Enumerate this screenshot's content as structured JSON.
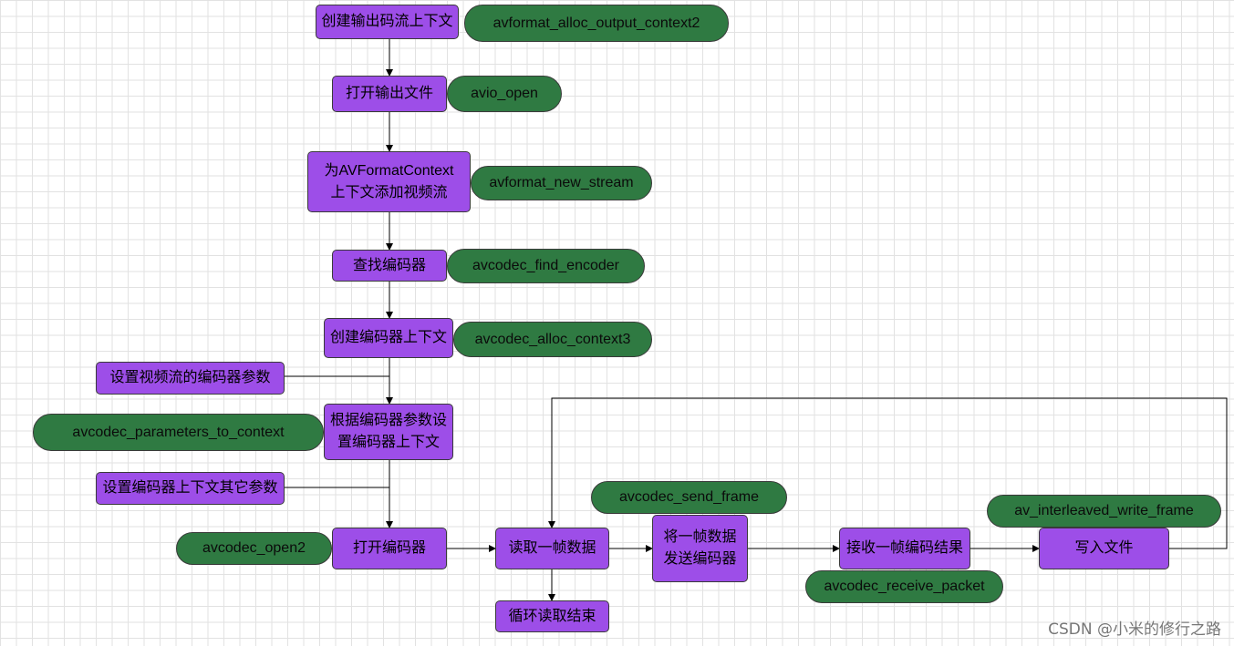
{
  "steps": {
    "create_output_ctx": "创建输出码流上下文",
    "open_output_file": "打开输出文件",
    "add_video_stream": "为AVFormatContext\n上下文添加视频流",
    "find_encoder": "查找编码器",
    "create_encoder_ctx": "创建编码器上下文",
    "set_stream_params": "设置视频流的编码器参数",
    "set_ctx_from_params": "根据编码器参数设\n置编码器上下文",
    "set_other_params": "设置编码器上下文其它参数",
    "open_encoder": "打开编码器",
    "read_frame": "读取一帧数据",
    "send_frame_to_encoder": "将一帧数据\n发送编码器",
    "receive_packet": "接收一帧编码结果",
    "write_file": "写入文件",
    "loop_end": "循环读取结束"
  },
  "apis": {
    "avformat_alloc_output_context2": "avformat_alloc_output_context2",
    "avio_open": "avio_open",
    "avformat_new_stream": "avformat_new_stream",
    "avcodec_find_encoder": "avcodec_find_encoder",
    "avcodec_alloc_context3": "avcodec_alloc_context3",
    "avcodec_parameters_to_context": "avcodec_parameters_to_context",
    "avcodec_open2": "avcodec_open2",
    "avcodec_send_frame": "avcodec_send_frame",
    "avcodec_receive_packet": "avcodec_receive_packet",
    "av_interleaved_write_frame": "av_interleaved_write_frame"
  },
  "watermark": "CSDN @小米的修行之路",
  "colors": {
    "step_fill": "#9d4ee8",
    "api_fill": "#2f7a42",
    "connector": "#000000"
  }
}
